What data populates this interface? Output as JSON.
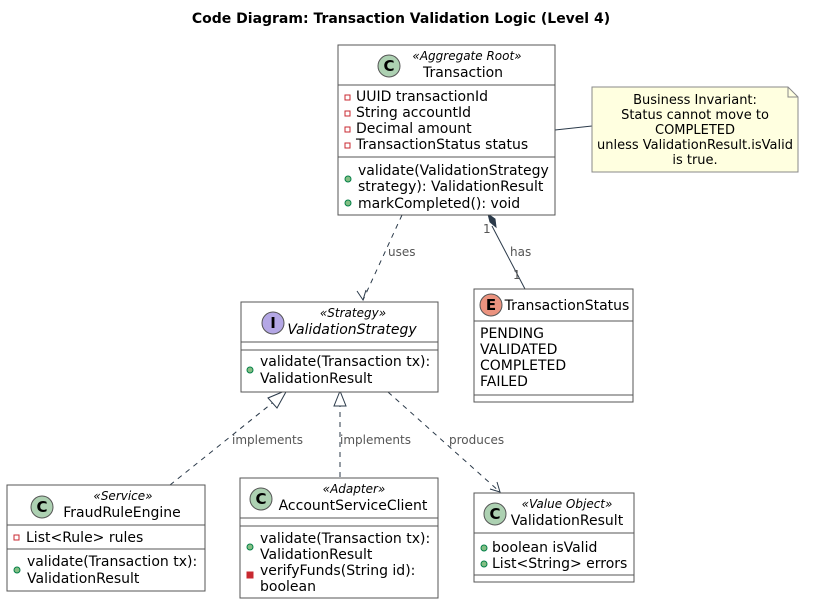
{
  "title": "Code Diagram: Transaction Validation Logic (Level 4)",
  "classes": {
    "transaction": {
      "kind": "C",
      "stereotype": "«Aggregate Root»",
      "name": "Transaction",
      "attributes": [
        {
          "vis": "-",
          "text": "UUID transactionId"
        },
        {
          "vis": "-",
          "text": "String accountId"
        },
        {
          "vis": "-",
          "text": "Decimal amount"
        },
        {
          "vis": "-",
          "text": "TransactionStatus status"
        }
      ],
      "methods": [
        {
          "vis": "+",
          "lines": [
            "validate(ValidationStrategy",
            "strategy): ValidationResult"
          ]
        },
        {
          "vis": "+",
          "lines": [
            "markCompleted(): void"
          ]
        }
      ]
    },
    "status": {
      "kind": "E",
      "name": "TransactionStatus",
      "values": [
        "PENDING",
        "VALIDATED",
        "COMPLETED",
        "FAILED"
      ]
    },
    "strategy": {
      "kind": "I",
      "stereotype": "«Strategy»",
      "name": "ValidationStrategy",
      "methods": [
        {
          "vis": "+",
          "lines": [
            "validate(Transaction tx):",
            "ValidationResult"
          ]
        }
      ]
    },
    "fraud": {
      "kind": "C",
      "stereotype": "«Service»",
      "name": "FraudRuleEngine",
      "attributes": [
        {
          "vis": "-",
          "text": "List<Rule> rules"
        }
      ],
      "methods": [
        {
          "vis": "+",
          "lines": [
            "validate(Transaction tx):",
            "ValidationResult"
          ]
        }
      ]
    },
    "account": {
      "kind": "C",
      "stereotype": "«Adapter»",
      "name": "AccountServiceClient",
      "methods": [
        {
          "vis": "+",
          "lines": [
            "validate(Transaction tx):",
            "ValidationResult"
          ]
        },
        {
          "vis": "-",
          "lines": [
            "verifyFunds(String id):",
            "boolean"
          ]
        }
      ]
    },
    "result": {
      "kind": "C",
      "stereotype": "«Value Object»",
      "name": "ValidationResult",
      "attributes": [
        {
          "vis": "+",
          "text": "boolean isValid"
        },
        {
          "vis": "+",
          "text": "List<String> errors"
        }
      ]
    }
  },
  "note": {
    "lines": [
      "Business Invariant:",
      "Status cannot move to",
      "COMPLETED",
      "unless ValidationResult.isValid",
      "is true."
    ]
  },
  "edges": {
    "uses": "uses",
    "has": "has",
    "has_source_mult": "1",
    "has_target_mult": "1",
    "implements_fraud": "implements",
    "implements_account": "implements",
    "produces": "produces"
  },
  "colors": {
    "class_glyph": "#add1b2",
    "interface_glyph": "#b4a7e5",
    "enum_glyph": "#eb937f",
    "note_fill": "#fbfb77",
    "note_bg": "#ffffe0",
    "private_method": "#c82930",
    "public_member": "#84be84"
  }
}
